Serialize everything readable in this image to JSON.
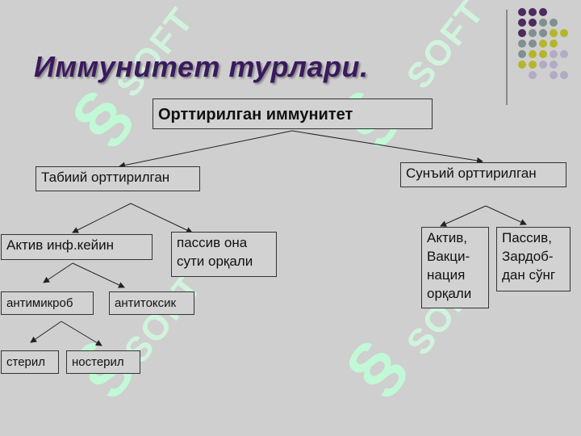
{
  "title": "Иммунитет турлари.",
  "root": "Орттирилган иммунитет",
  "natural": "Табиий орттирилган",
  "artificial": "Сунъий орттирилган",
  "active_infection": "Актив инф.кейин",
  "passive_milk": "пассив она сути орқали",
  "antimicrobial": "антимикроб",
  "antitoxic": "антитоксик",
  "sterile": "стерил",
  "nonsterile": "ностерил",
  "active_vaccine": "Актив, Вакци-нация орқали",
  "passive_serum": "Пассив, Зардоб-дан сўнг",
  "colors": {
    "title": "#3a1a5e",
    "background": "#cfcfcf",
    "dot_purple": "#4b2a5e",
    "dot_gray": "#7f9090",
    "dot_olive": "#b5b52a",
    "dot_lavender": "#b3aac4"
  }
}
